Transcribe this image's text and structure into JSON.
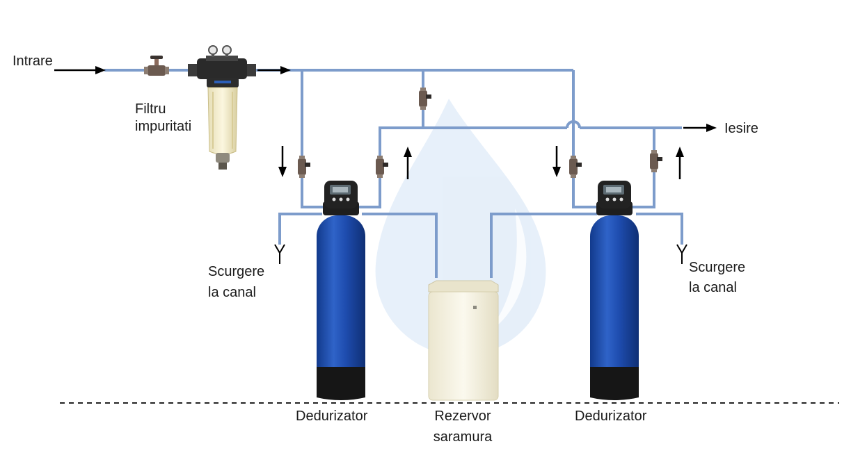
{
  "labels": {
    "inlet": "Intrare",
    "outlet": "Iesire",
    "filter_line1": "Filtru",
    "filter_line2": "impuritati",
    "drain_left_line1": "Scurgere",
    "drain_left_line2": "la canal",
    "drain_right_line1": "Scurgere",
    "drain_right_line2": "la canal",
    "softener_left": "Dedurizator",
    "softener_right": "Dedurizator",
    "brine_line1": "Rezervor",
    "brine_line2": "saramura"
  },
  "colors": {
    "pipe": "#7d9ccb",
    "tank": "#1f4fb0",
    "tank_base": "#161616",
    "brine_tank": "#f4f1e2",
    "watermark": "#e6f0fa"
  },
  "icons": {
    "valve": "valve-icon",
    "drain": "drain-y-icon",
    "arrow": "arrow-icon"
  }
}
